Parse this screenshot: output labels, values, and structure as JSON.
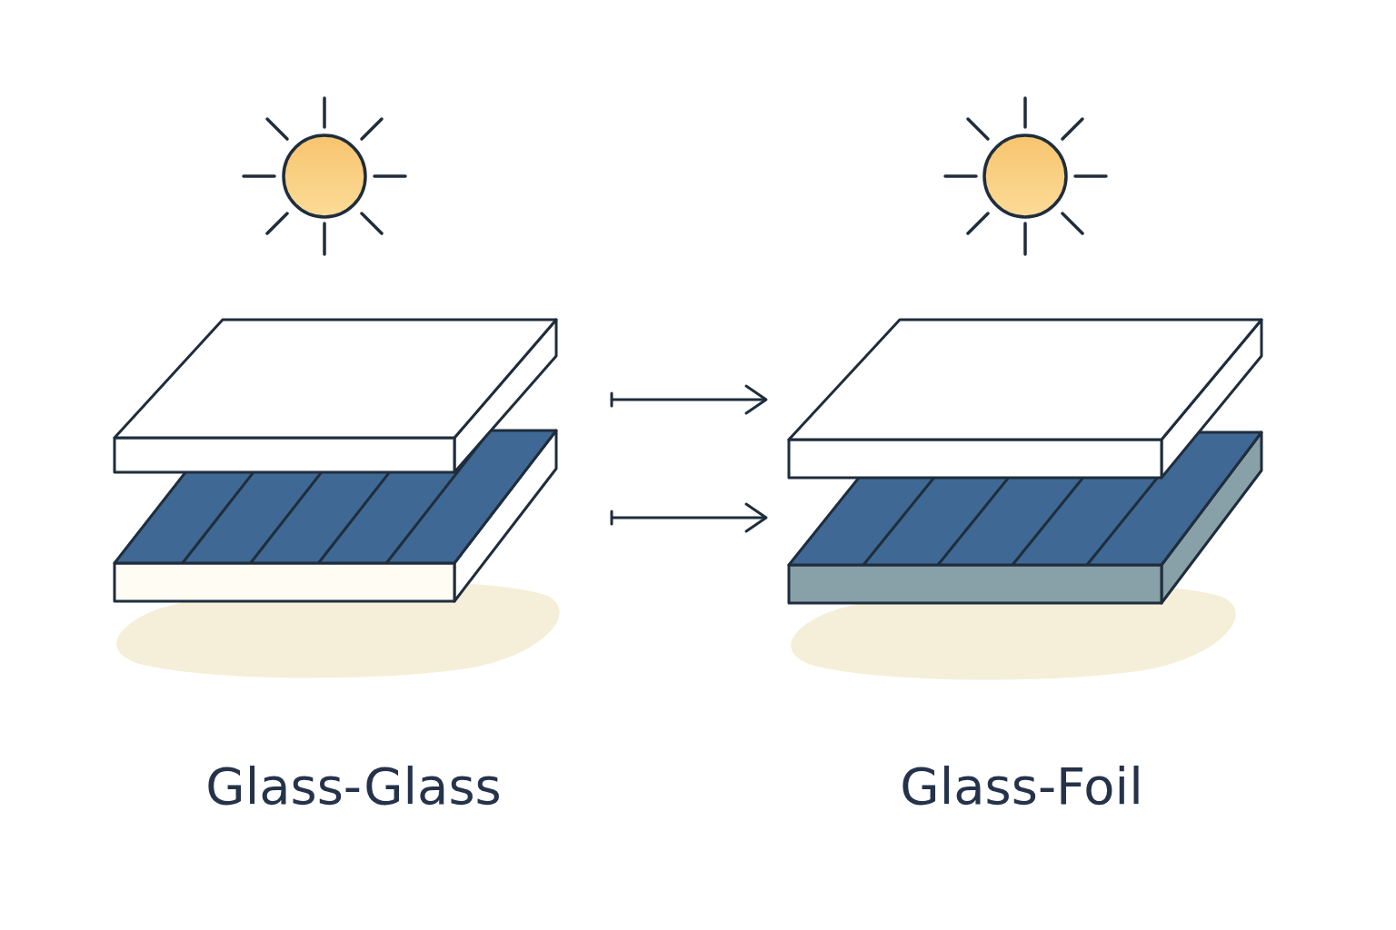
{
  "diagram": {
    "nodes": [
      {
        "text": [
          "Glass-Glass"
        ]
      },
      {
        "text": [
          "Glass-Foil"
        ]
      }
    ],
    "edges": [
      {
        "from": 0,
        "to": 1,
        "arrow": "to"
      },
      {
        "from": 0,
        "to": 1,
        "arrow": "to"
      }
    ]
  }
}
